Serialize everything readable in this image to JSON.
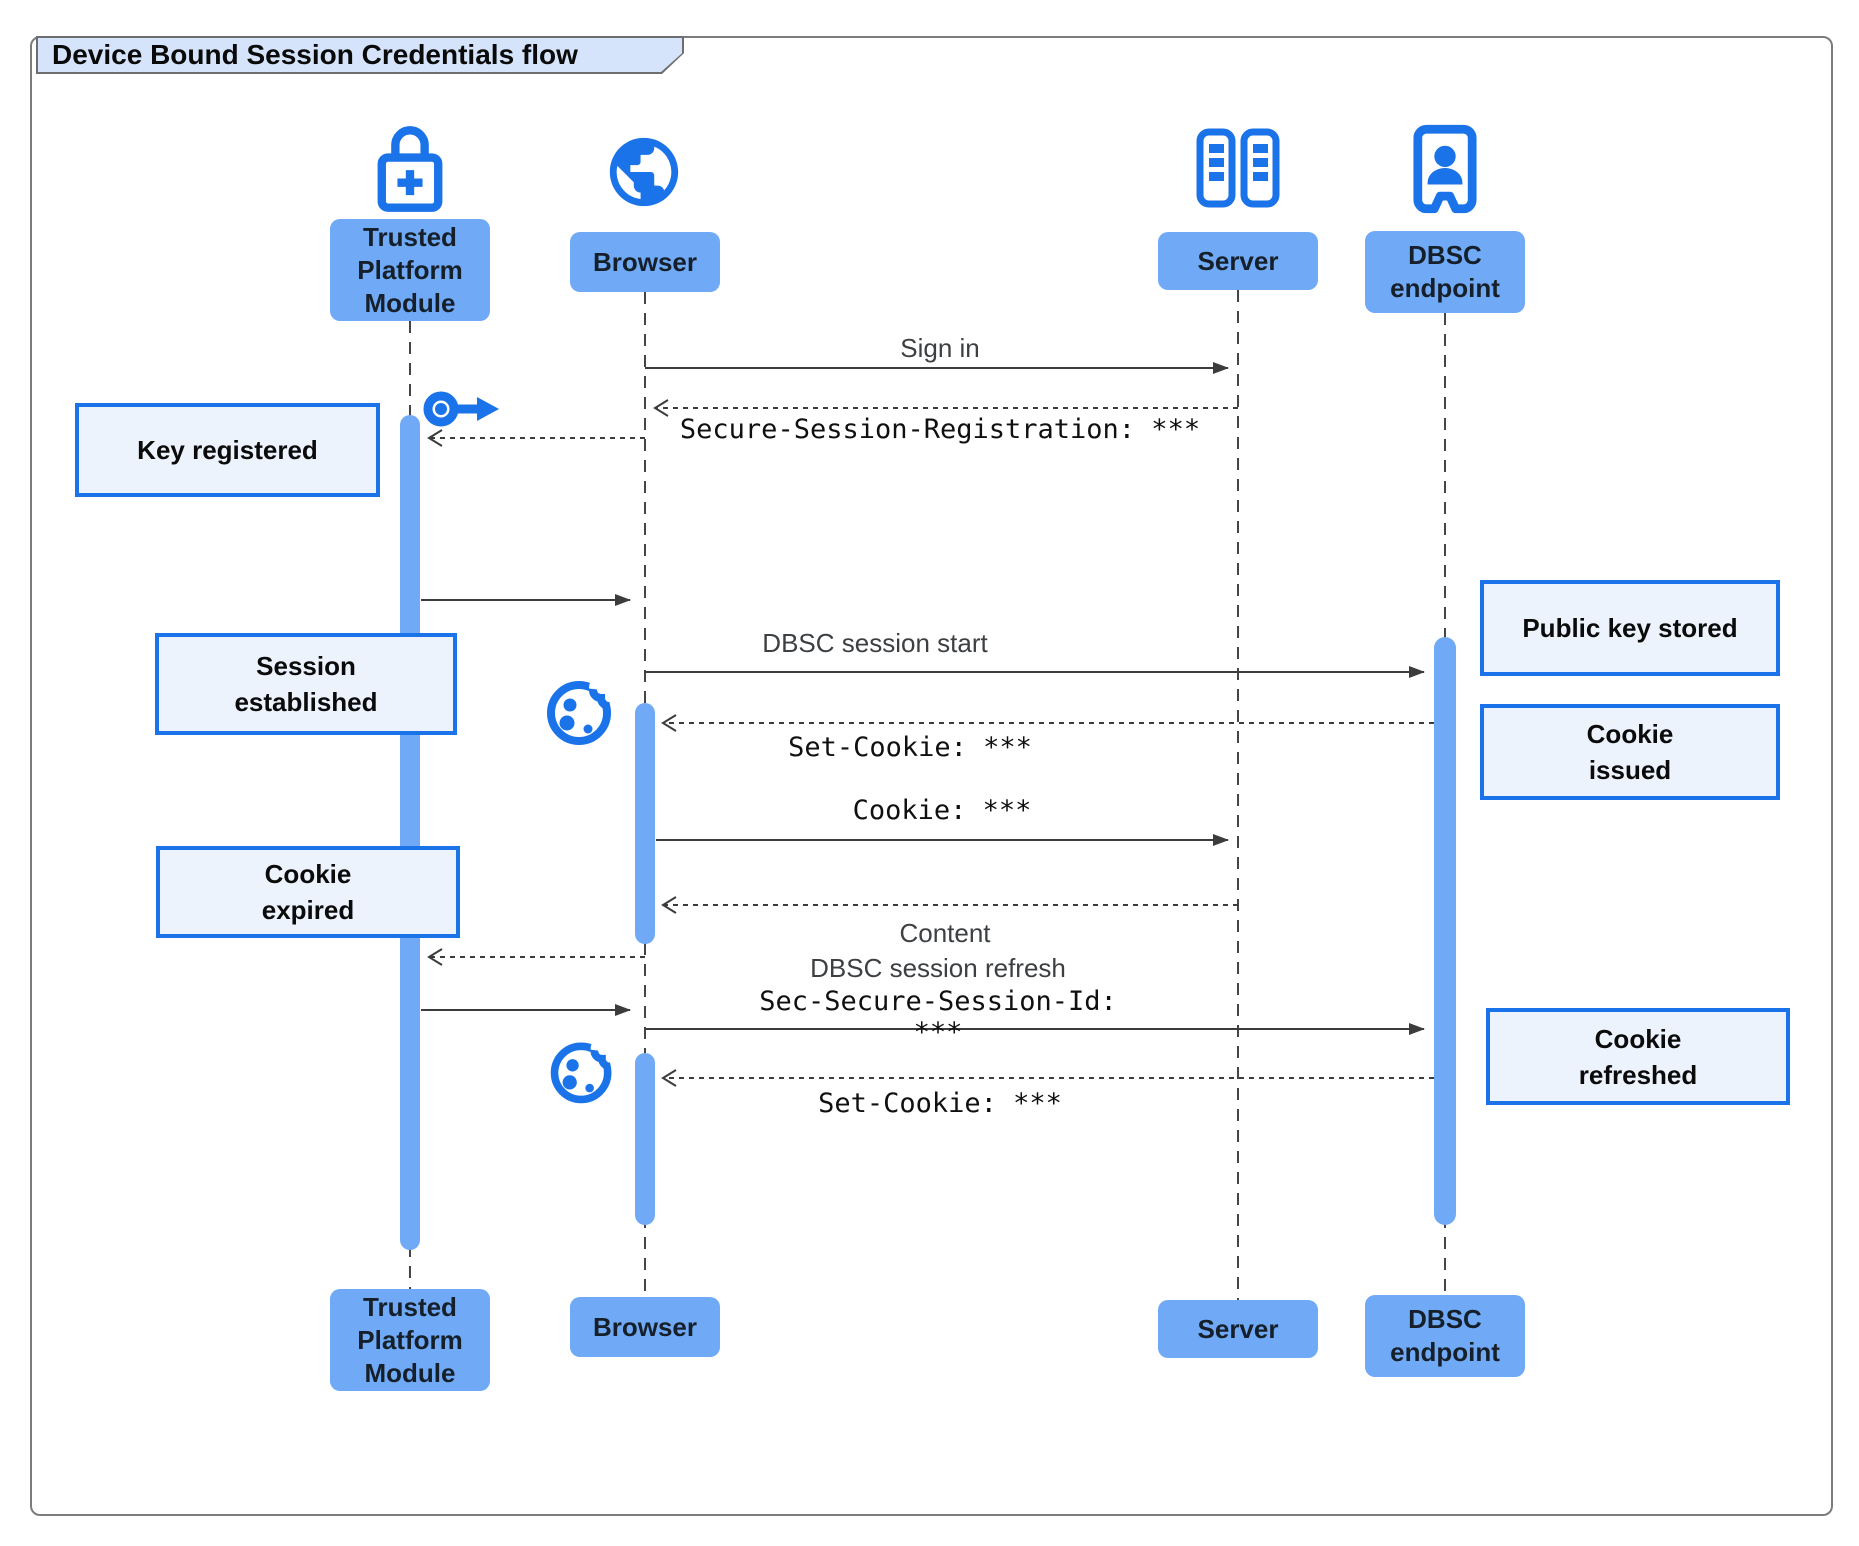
{
  "title": "Device Bound Session Credentials flow",
  "colors": {
    "accent_blue": "#1a73e8",
    "fill_blue": "#70aaf6",
    "note_fill": "#edf3fd",
    "note_border": "#1a73e8",
    "line_gray": "#3c3c3c",
    "title_tab_fill": "#d5e4fa"
  },
  "actors": {
    "tpm": {
      "label": "Trusted\nPlatform\nModule",
      "icon": "lock-plus-icon"
    },
    "browser": {
      "label": "Browser",
      "icon": "globe-icon"
    },
    "server": {
      "label": "Server",
      "icon": "server-rack-icon"
    },
    "dbsc": {
      "label": "DBSC\nendpoint",
      "icon": "kiosk-person-icon"
    }
  },
  "messages": [
    {
      "id": "sign-in",
      "from": "Browser",
      "to": "Server",
      "label": "Sign in",
      "line": "solid"
    },
    {
      "id": "session-registration",
      "from": "Server",
      "to": "Browser",
      "label": "Secure-Session-Registration: ***",
      "line": "dashed",
      "font": "mono"
    },
    {
      "id": "register-key",
      "from": "Browser",
      "to": "Trusted Platform Module",
      "label": "",
      "line": "dashed",
      "icon": "key-icon"
    },
    {
      "id": "key-ready",
      "from": "Trusted Platform Module",
      "to": "Browser",
      "label": "",
      "line": "solid"
    },
    {
      "id": "dbsc-session-start",
      "from": "Browser",
      "to": "DBSC endpoint",
      "label": "DBSC session start",
      "line": "solid"
    },
    {
      "id": "set-cookie-1",
      "from": "DBSC endpoint",
      "to": "Browser",
      "label": "Set-Cookie: ***",
      "line": "dashed",
      "font": "mono",
      "icon": "cookie-icon"
    },
    {
      "id": "cookie",
      "from": "Browser",
      "to": "Server",
      "label": "Cookie: ***",
      "line": "solid",
      "font": "mono"
    },
    {
      "id": "content",
      "from": "Server",
      "to": "Browser",
      "label": "Content",
      "line": "dashed"
    },
    {
      "id": "refresh-key-request",
      "from": "Browser",
      "to": "Trusted Platform Module",
      "label": "",
      "line": "dashed"
    },
    {
      "id": "refresh-key-response",
      "from": "Trusted Platform Module",
      "to": "Browser",
      "label": "",
      "line": "solid"
    },
    {
      "id": "dbsc-session-refresh",
      "from": "Browser",
      "to": "DBSC endpoint",
      "label": "DBSC session refresh",
      "label2": "Sec-Secure-Session-Id: ***",
      "line": "solid",
      "font2": "mono"
    },
    {
      "id": "set-cookie-2",
      "from": "DBSC endpoint",
      "to": "Browser",
      "label": "Set-Cookie: ***",
      "line": "dashed",
      "font": "mono",
      "icon": "cookie-icon"
    }
  ],
  "notes": [
    {
      "id": "key-registered",
      "side": "left",
      "text": "Key registered"
    },
    {
      "id": "session-established",
      "side": "left",
      "text": "Session\nestablished"
    },
    {
      "id": "cookie-expired",
      "side": "left",
      "text": "Cookie\nexpired"
    },
    {
      "id": "public-key-stored",
      "side": "right",
      "text": "Public key stored"
    },
    {
      "id": "cookie-issued",
      "side": "right",
      "text": "Cookie\nissued"
    },
    {
      "id": "cookie-refreshed",
      "side": "right",
      "text": "Cookie\nrefreshed"
    }
  ]
}
